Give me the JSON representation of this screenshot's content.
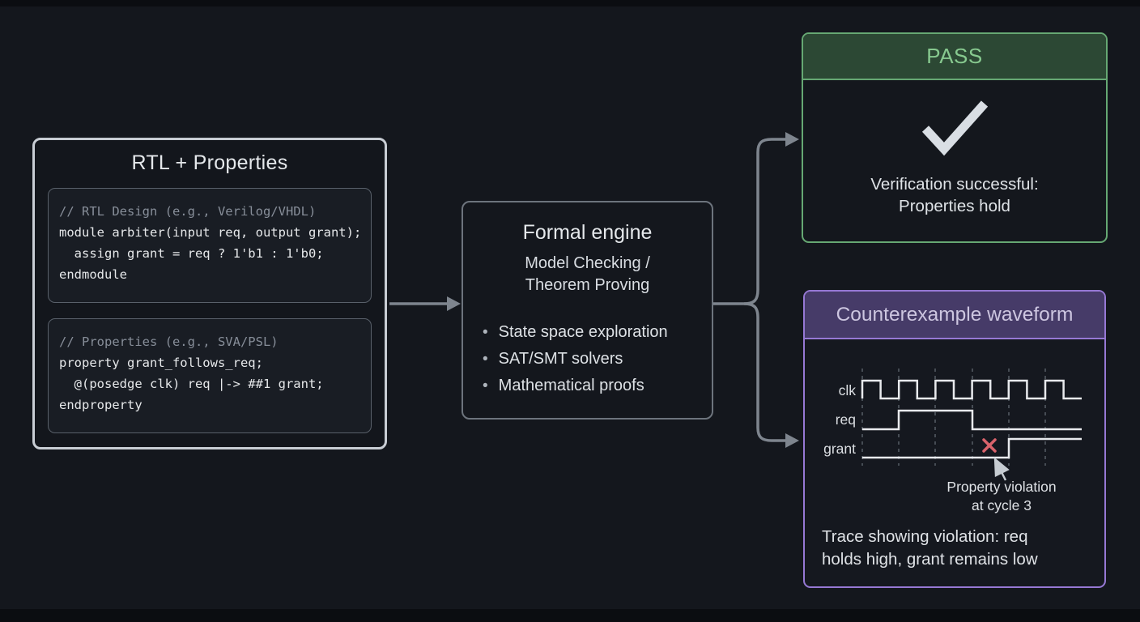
{
  "left_box": {
    "title": "RTL + Properties",
    "block1": {
      "lines": [
        "// RTL Design (e.g., Verilog/VHDL)",
        "module arbiter(input req, output grant);",
        "  assign grant = req ? 1'b1 : 1'b0;",
        "endmodule"
      ]
    },
    "block2": {
      "lines": [
        "// Properties (e.g., SVA/PSL)",
        "property grant_follows_req;",
        "  @(posedge clk) req |-> ##1 grant;",
        "endproperty"
      ]
    }
  },
  "formal_engine": {
    "title": "Formal engine",
    "subtitle_line1": "Model Checking /",
    "subtitle_line2": "Theorem Proving",
    "bullet_glyph": "•",
    "bullets": [
      "State space exploration",
      "SAT/SMT solvers",
      "Mathematical proofs"
    ]
  },
  "pass_box": {
    "header": "PASS",
    "check_icon": "check-icon",
    "message_line1": "Verification successful:",
    "message_line2": "Properties hold"
  },
  "counterexample_box": {
    "header": "Counterexample waveform",
    "waveform": {
      "type": "digital-timing",
      "cycles": 6,
      "signals": [
        {
          "name": "clk",
          "kind": "clock"
        },
        {
          "name": "req",
          "values_per_cycle": [
            0,
            1,
            1,
            0,
            0,
            0
          ]
        },
        {
          "name": "grant",
          "values_per_cycle": [
            0,
            0,
            0,
            0,
            1,
            1
          ]
        }
      ],
      "violation_marker": {
        "signal": "grant",
        "cycle": 3,
        "symbol": "✕"
      }
    },
    "violation_label_line1": "Property violation",
    "violation_label_line2": "at cycle 3",
    "caption_line1": "Trace showing violation: req",
    "caption_line2": "holds high, grant remains low"
  },
  "colors": {
    "background": "#14171d",
    "pass_green": "#66a873",
    "pass_header_fill": "#2c4834",
    "counterexample_purple": "#9678d4",
    "counterexample_header_fill": "#463b68",
    "violation_red": "#d9636b",
    "connector_gray": "#7e858e",
    "waveform_line": "#e8eaed"
  }
}
